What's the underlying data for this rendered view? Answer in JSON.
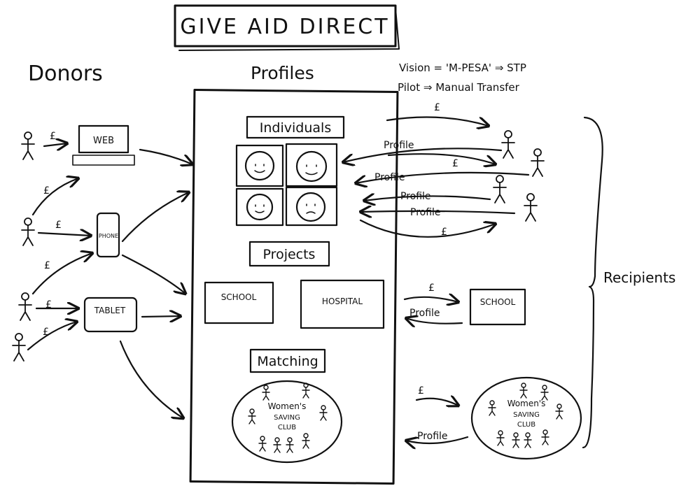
{
  "title": "GIVE AID DIRECT",
  "left_heading": "Donors",
  "center_heading": "Profiles",
  "vision_line": "Vision = 'M-PESA' ⇒ STP",
  "pilot_line": "Pilot ⇒ Manual Transfer",
  "recipients_label": "Recipients",
  "currency_symbol": "£",
  "devices": {
    "web": "WEB",
    "phone": "PHONE",
    "tablet": "TABLET"
  },
  "sections": {
    "individuals": "Individuals",
    "projects": "Projects",
    "matching": "Matching"
  },
  "projects": {
    "school": "SCHOOL",
    "hospital": "HOSPITAL"
  },
  "matching_group": {
    "line1": "Women's",
    "line2": "SAVING",
    "line3": "CLUB"
  },
  "flow_labels": {
    "profile": "Profile"
  }
}
